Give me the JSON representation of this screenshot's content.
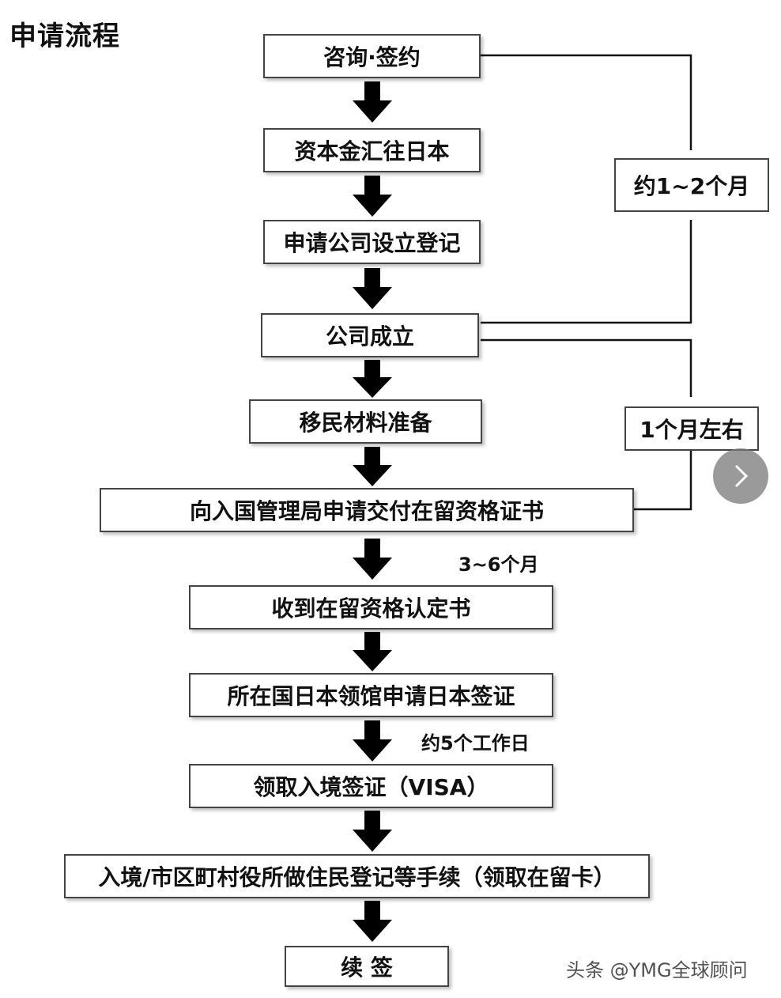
{
  "title": "申请流程",
  "steps": [
    "咨询·签约",
    "资本金汇往日本",
    "申请公司设立登记",
    "公司成立",
    "移民材料准备",
    "向入国管理局申请交付在留资格证书",
    "收到在留资格认定书",
    "所在国日本领馆申请日本签证",
    "领取入境签证（VISA）",
    "入境/市区町村役所做住民登记等手续（领取在留卡）",
    "续 签"
  ],
  "durations": {
    "bracket_1": "约1~2个月",
    "bracket_2": "1个月左右",
    "note_1": "3~6个月",
    "note_2": "约5个工作日"
  },
  "watermark": "头条 @YMG全球顾问",
  "colors": {
    "line": "#111111",
    "border": "#444444",
    "button": "#787878"
  },
  "icons": {
    "next": "chevron-right-icon",
    "arrow": "down-arrow-icon"
  }
}
